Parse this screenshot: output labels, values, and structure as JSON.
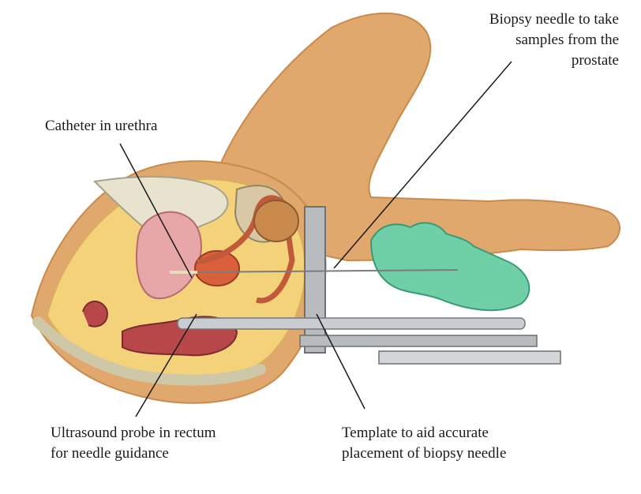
{
  "labels": {
    "catheter": [
      "Catheter in urethra"
    ],
    "biopsy_needle": [
      "Biopsy needle to take",
      "samples from the",
      "prostate"
    ],
    "ultrasound": [
      "Ultrasound probe in rectum",
      "for needle guidance"
    ],
    "template": [
      "Template to aid accurate",
      "placement of biopsy needle"
    ]
  },
  "colors": {
    "skin": "#e0a86c",
    "skin_shade": "#c98a4c",
    "fat": "#f3d27a",
    "pelvic_bone": "#e7e3cf",
    "bladder": "#e7a7a8",
    "prostate": "#d9603a",
    "rectum": "#b8474a",
    "glove": "#6fd0a8",
    "metal": "#b9bcbf"
  }
}
